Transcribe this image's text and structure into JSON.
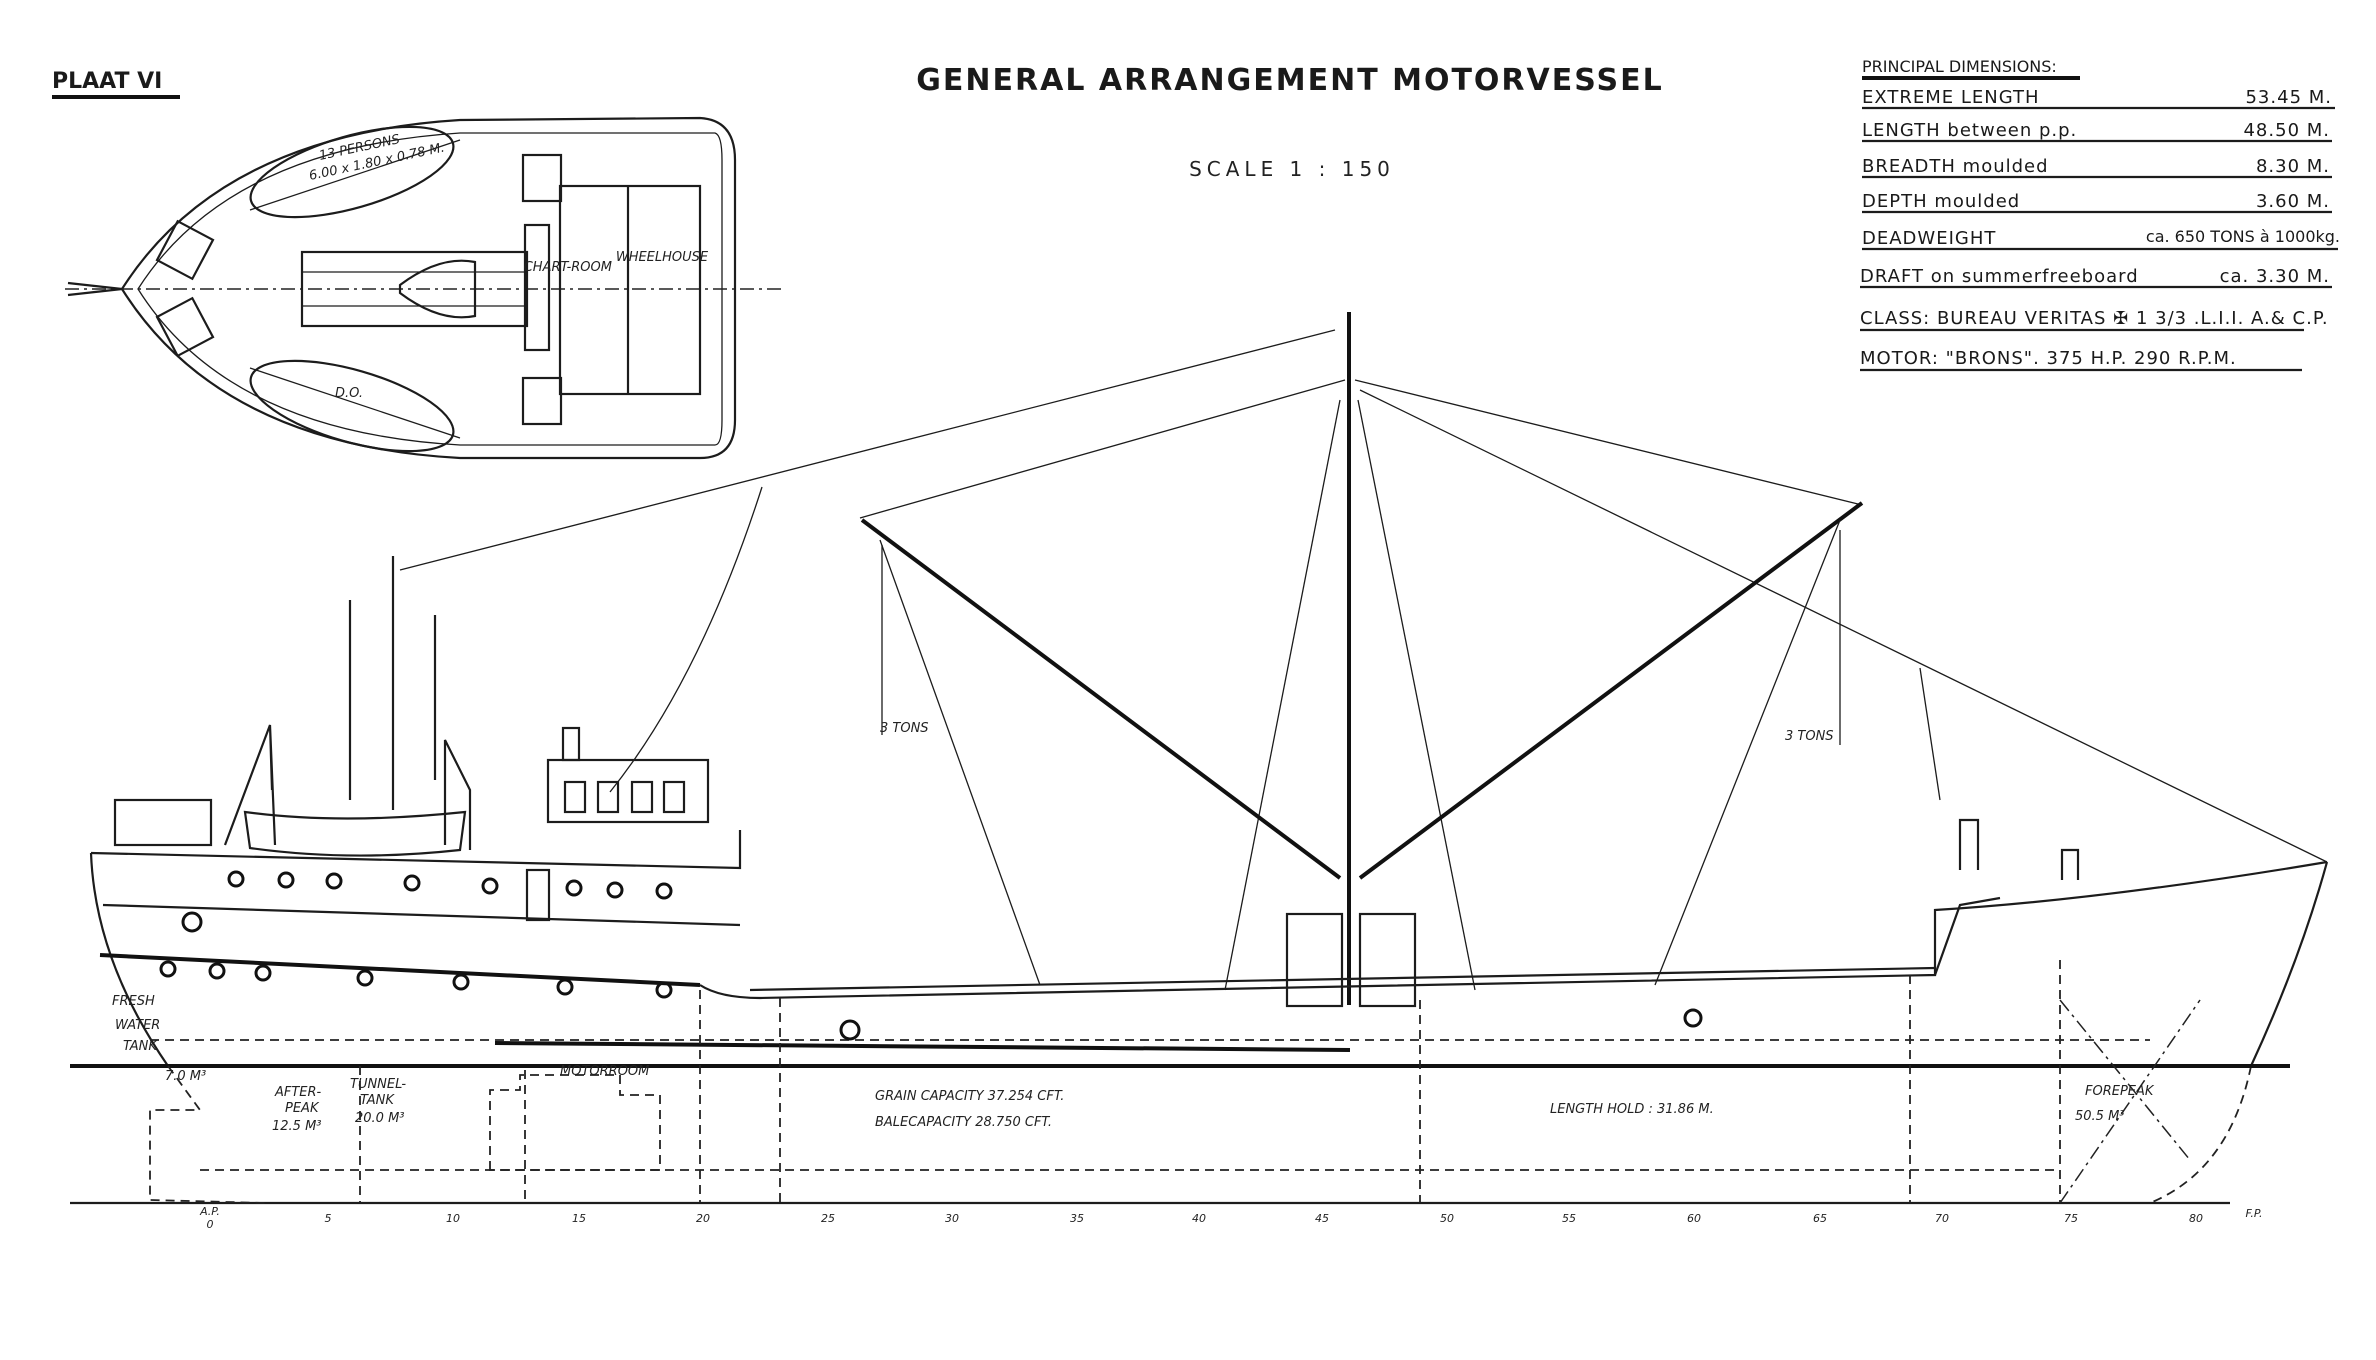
{
  "header": {
    "plate": "PLAAT VI",
    "title": "GENERAL ARRANGEMENT MOTORVESSEL",
    "scale": "SCALE 1 : 150"
  },
  "dimensions": {
    "heading": "PRINCIPAL DIMENSIONS:",
    "rows": [
      {
        "label": "EXTREME LENGTH",
        "value": "53.45 M."
      },
      {
        "label": "LENGTH between p.p.",
        "value": "48.50 M."
      },
      {
        "label": "BREADTH moulded",
        "value": "8.30 M."
      },
      {
        "label": "DEPTH moulded",
        "value": "3.60 M."
      },
      {
        "label": "DEADWEIGHT",
        "value": "ca. 650 TONS à 1000kg."
      },
      {
        "label": "DRAFT on summerfreeboard",
        "value": "ca. 3.30 M."
      }
    ],
    "class_line": "CLASS: BUREAU VERITAS ✠ 1 3/3 .L.I.I. A.& C.P.",
    "motor_line": "MOTOR: \"BRONS\". 375 H.P. 290 R.P.M."
  },
  "plan_view": {
    "lifeboat_top": "13 PERSONS",
    "lifeboat_dims": "6.00 x 1.80 x 0.78 M.",
    "lifeboat_bottom": "D.O.",
    "chartroom": "CHART-ROOM",
    "wheelhouse": "WHEELHOUSE"
  },
  "profile": {
    "derrick_left": "3 TONS",
    "derrick_right": "3 TONS",
    "fresh_water_tank": [
      "FRESH",
      "WATER",
      "TANK"
    ],
    "fresh_water_volume": "7.0 M³",
    "after_peak": [
      "AFTER-",
      "PEAK"
    ],
    "after_peak_volume": "12.5 M³",
    "tunnel_tank": [
      "TUNNEL-",
      "TANK"
    ],
    "tunnel_tank_volume": "20.0 M³",
    "motorroom": "MOTORROOM",
    "grain_capacity": "GRAIN CAPACITY   37.254 CFT.",
    "bale_capacity": "BALECAPACITY   28.750 CFT.",
    "length_hold": "LENGTH HOLD : 31.86 M.",
    "forepeak": "FOREPEAK",
    "forepeak_volume": "50.5 M³"
  },
  "frames": {
    "ap": "A.P.",
    "fp": "F.P.",
    "labels": [
      "0",
      "5",
      "10",
      "15",
      "20",
      "25",
      "30",
      "35",
      "40",
      "45",
      "50",
      "55",
      "60",
      "65",
      "70",
      "75",
      "80"
    ]
  },
  "colors": {
    "ink": "#1c1c1c",
    "paper": "#ffffff"
  }
}
